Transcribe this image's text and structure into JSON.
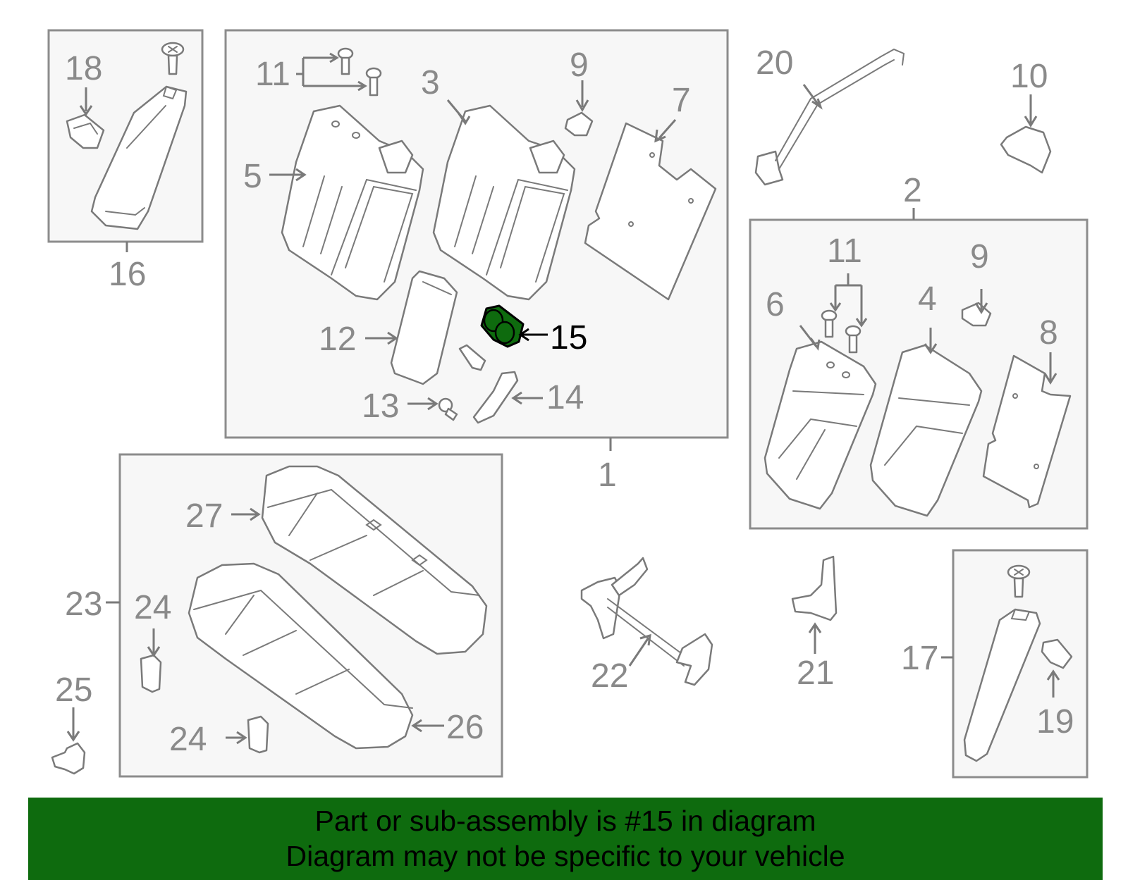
{
  "callouts": {
    "c1": "1",
    "c2": "2",
    "c3": "3",
    "c4": "4",
    "c5": "5",
    "c6": "6",
    "c7": "7",
    "c8": "8",
    "c9a": "9",
    "c9b": "9",
    "c10": "10",
    "c11a": "11",
    "c11b": "11",
    "c12": "12",
    "c13": "13",
    "c14": "14",
    "c15": "15",
    "c16": "16",
    "c17": "17",
    "c18": "18",
    "c19": "19",
    "c20": "20",
    "c21": "21",
    "c22": "22",
    "c23": "23",
    "c24a": "24",
    "c24b": "24",
    "c25": "25",
    "c26": "26",
    "c27": "27"
  },
  "highlight": {
    "part": "15",
    "color": "#0e6b0e"
  },
  "footer": {
    "line1": "Part or sub-assembly is #15 in diagram",
    "line2": "Diagram may not be specific to your vehicle"
  }
}
